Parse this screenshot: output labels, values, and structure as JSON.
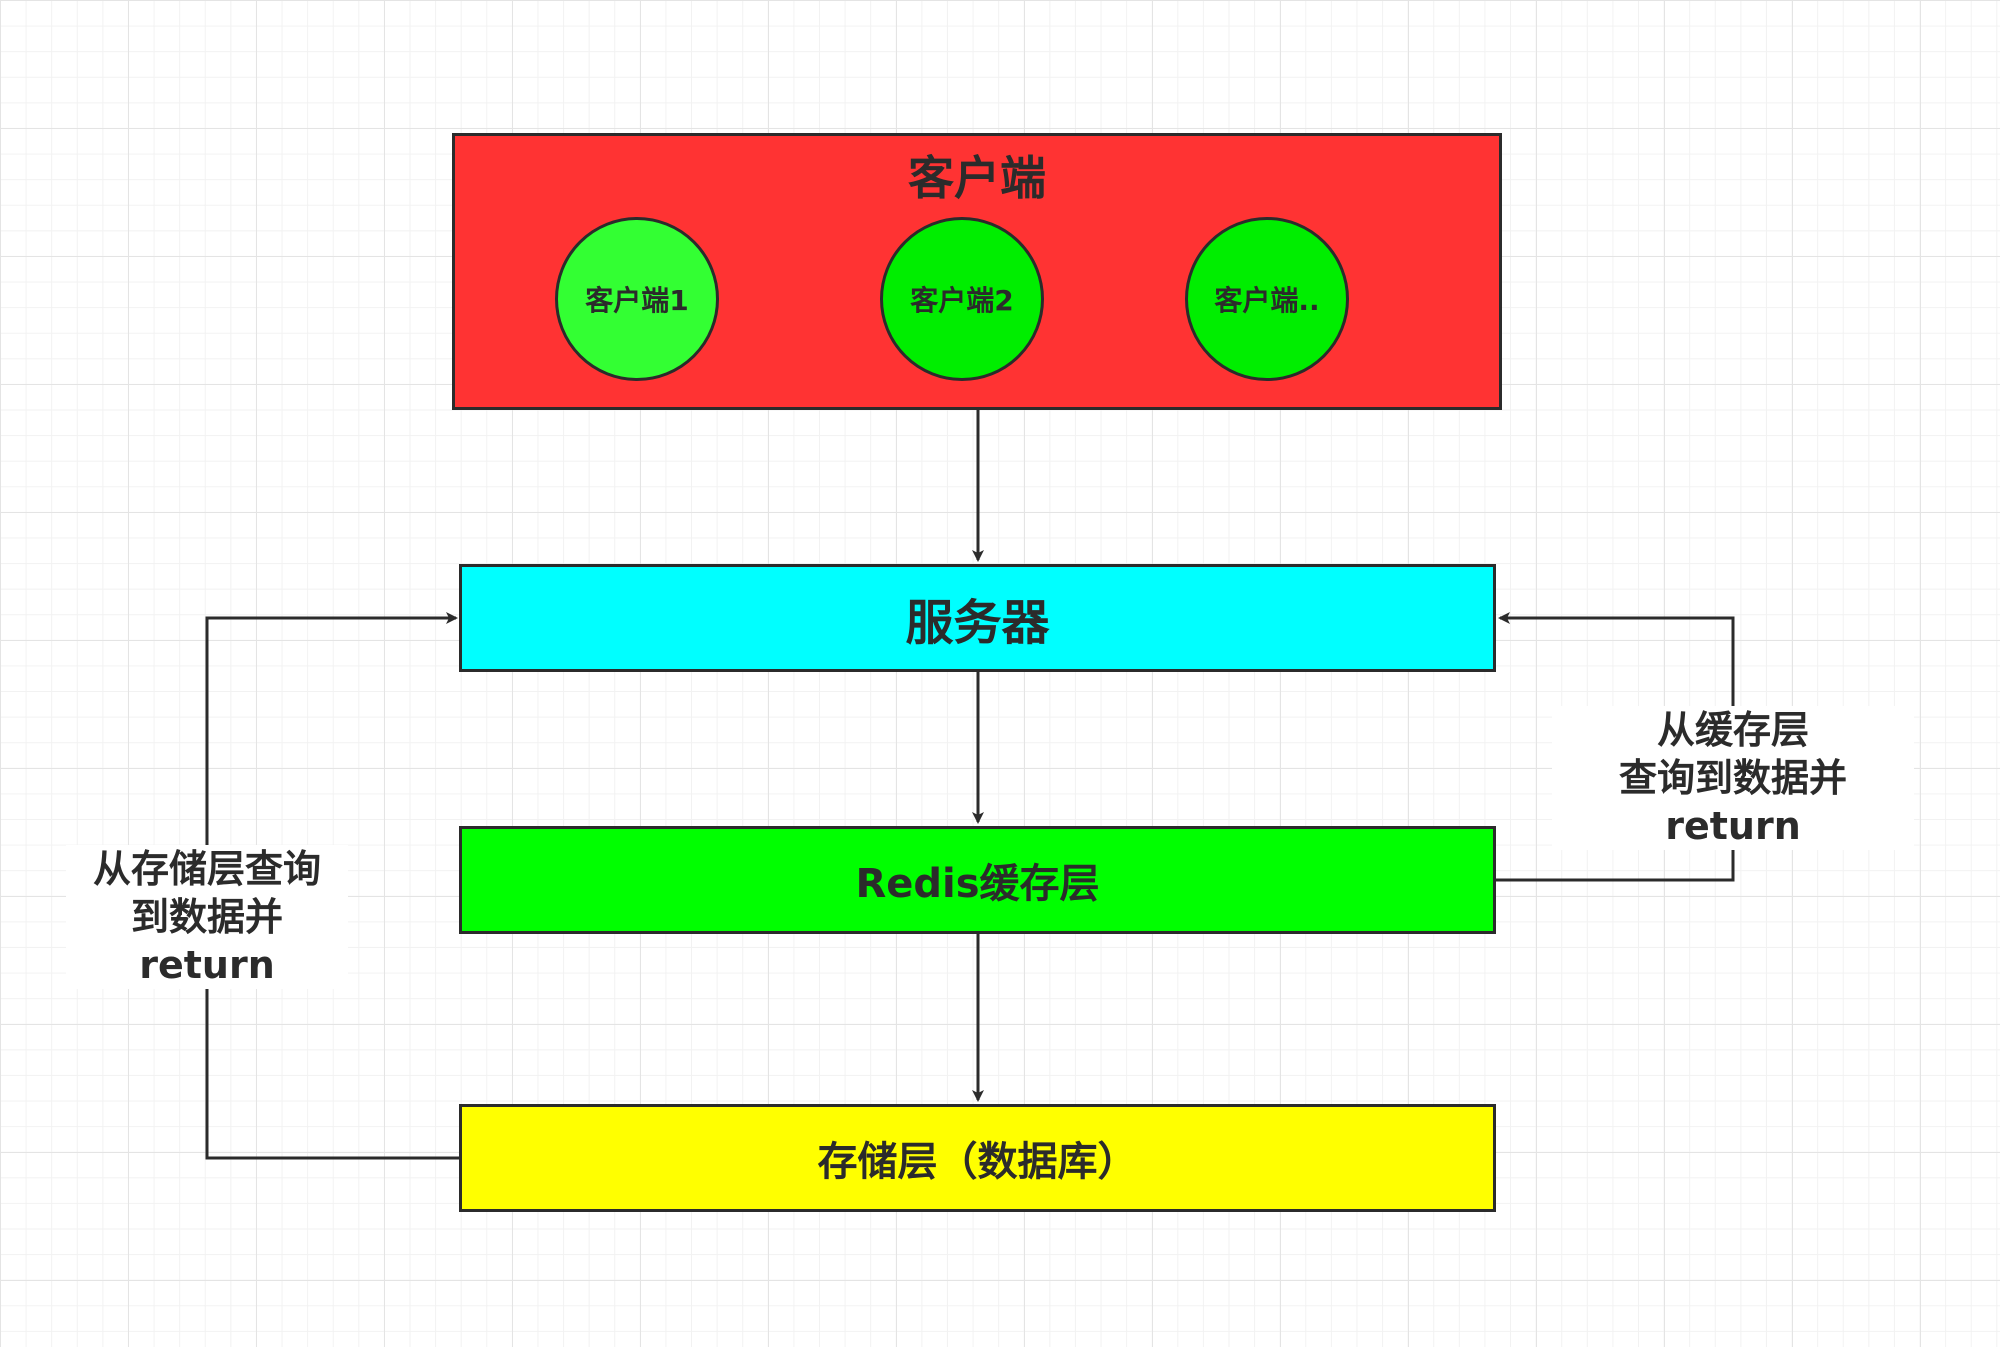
{
  "client_group": {
    "title": "客户端",
    "color": "#ff3333",
    "clients": [
      {
        "label": "客户端1",
        "color": "#33ff33"
      },
      {
        "label": "客户端2",
        "color": "#00ee00"
      },
      {
        "label": "客户端..",
        "color": "#00ee00"
      }
    ]
  },
  "server": {
    "label": "服务器",
    "color": "#00ffff"
  },
  "cache": {
    "label": "Redis缓存层",
    "color": "#00ff00"
  },
  "storage": {
    "label": "存储层（数据库）",
    "color": "#ffff00"
  },
  "cache_return_label": {
    "line1": "从缓存层",
    "line2": "查询到数据并return"
  },
  "storage_return_label": {
    "line1": "从存储层查询",
    "line2": "到数据并return"
  }
}
